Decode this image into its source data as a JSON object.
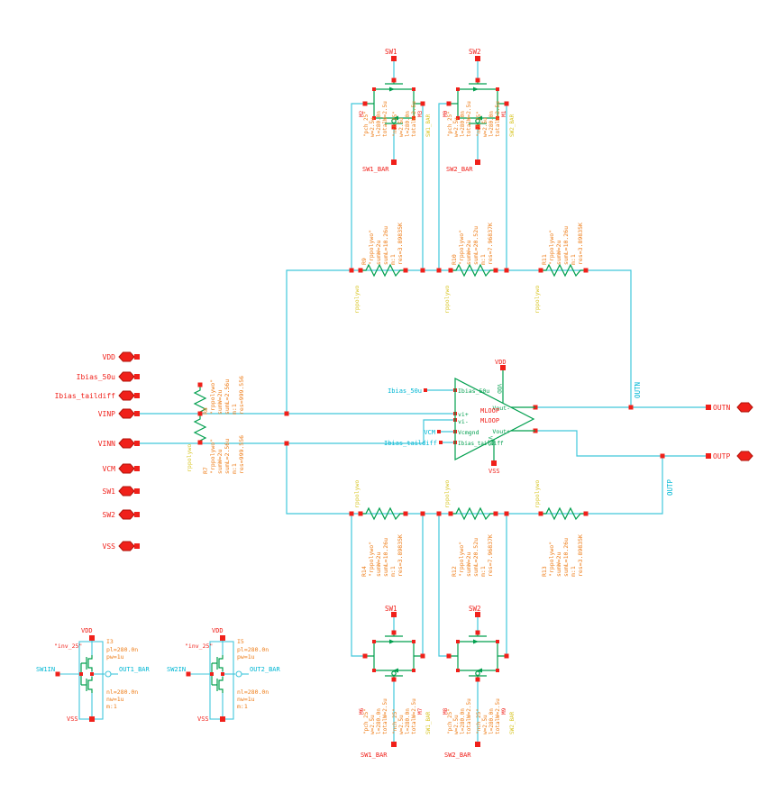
{
  "colors": {
    "wire": "#41c7db",
    "component": "#009f4e",
    "pin": "#f0201a",
    "property": "#ee7d18",
    "netlabel": "#00b7d4",
    "model": "#d9c72b",
    "background": "#ffffff"
  },
  "pins_left": [
    {
      "label": "VDD"
    },
    {
      "label": "Ibias_50u"
    },
    {
      "label": "Ibias_taildiff"
    },
    {
      "label": "VINP"
    },
    {
      "label": "VINN"
    },
    {
      "label": "VCM"
    },
    {
      "label": "SW1"
    },
    {
      "label": "SW2"
    },
    {
      "label": "VSS"
    }
  ],
  "pins_right": [
    {
      "label": "OUTN"
    },
    {
      "label": "OUTP"
    }
  ],
  "nets": {
    "outn": "OUTN",
    "outp": "OUTP",
    "ibias50": "Ibias_50u",
    "vcm": "VCM",
    "ibiastail": "Ibias_taildiff"
  },
  "opamp": {
    "name1": "MLOOP",
    "name2": "MLOOP",
    "vdd": "VDD",
    "vss": "VSS",
    "vdd_rot": "VDD",
    "vss_rot": "VSS",
    "pins": {
      "in0": "Ibias_50u",
      "in1": "vi+",
      "in2": "vi-",
      "in3": "Vcmgnd",
      "in4": "Ibias_taildiff",
      "out0": "Vout-",
      "out1": "Vout+"
    }
  },
  "resistors": {
    "R8": {
      "lines": [
        "R8",
        "\"rppolywo\"",
        "sumW=2u",
        "sumL=2.56u",
        "m:1",
        "res=999.556"
      ],
      "model": "rppolywo"
    },
    "R7": {
      "lines": [
        "R7",
        "\"rppolywo\"",
        "sumW=2u",
        "sumL=2.56u",
        "m:1",
        "res=999.556"
      ],
      "model": "rppolywo"
    },
    "R9": {
      "lines": [
        "R9",
        "\"rppolywo\"",
        "sumW=2u",
        "sumL=10.26u",
        "m:1",
        "res=3.89835K"
      ],
      "model": "rppolywo"
    },
    "R10": {
      "lines": [
        "R10",
        "\"rppolywo\"",
        "sumW=2u",
        "sumL=20.52u",
        "m:1",
        "res=7.96837K"
      ],
      "model": "rppolywo"
    },
    "R11": {
      "lines": [
        "R11",
        "\"rppolywo\"",
        "sumW=2u",
        "sumL=10.26u",
        "m:1",
        "res=3.89835K"
      ],
      "model": "rppolywo"
    },
    "R14": {
      "lines": [
        "R14",
        "\"rppolywo\"",
        "sumW=2u",
        "sumL=10.26u",
        "m:1",
        "res=3.89835K"
      ],
      "model": "rppolywo"
    },
    "R12": {
      "lines": [
        "R12",
        "\"rppolywo\"",
        "sumW=2u",
        "sumL=20.52u",
        "m:1",
        "res=7.96837K"
      ],
      "model": "rppolywo"
    },
    "R13": {
      "lines": [
        "R13",
        "\"rppolywo\"",
        "sumW=2u",
        "sumL=10.26u",
        "m:1",
        "res=3.89835K"
      ],
      "model": "rppolywo"
    }
  },
  "switches": {
    "sw1_top": {
      "gate": "SW1",
      "bar": "SW1_BAR",
      "ml": "M2",
      "mr": "M3",
      "net": "SW1_BAR",
      "pmos": [
        "\"pch_25\"",
        "w=2.5u",
        "l=280.0n",
        "totalW=2.5u"
      ],
      "nmos": [
        "\"nch_25\"",
        "w=2.5u",
        "l=280.0n",
        "totalW=2.5u"
      ]
    },
    "sw2_top": {
      "gate": "SW2",
      "bar": "SW2_BAR",
      "ml": "M0",
      "mr": "M1",
      "net": "SW2_BAR",
      "pmos": [
        "\"pch_25\"",
        "w=2.5u",
        "l=280.0n",
        "totalW=2.5u"
      ],
      "nmos": [
        "\"nch_25\"",
        "w=2.5u",
        "l=280.0n",
        "totalW=2.5u"
      ]
    },
    "sw1_bot": {
      "gate": "SW1",
      "bar": "SW1_BAR",
      "ml": "M6",
      "mr": "M7",
      "net": "SW1_BAR",
      "pmos": [
        "\"pch_25\"",
        "w=2.5u",
        "l=280.0n",
        "totalW=2.5u"
      ],
      "nmos": [
        "\"nch_25\"",
        "w=2.5u",
        "l=280.0n",
        "totalW=2.5u"
      ]
    },
    "sw2_bot": {
      "gate": "SW2",
      "bar": "SW2_BAR",
      "ml": "M8",
      "mr": "M9",
      "net": "SW2_BAR",
      "pmos": [
        "\"pch_25\"",
        "w=2.5u",
        "l=280.0n",
        "totalW=2.5u"
      ],
      "nmos": [
        "\"nch_25\"",
        "w=2.5u",
        "l=280.0n",
        "totalW=2.5u"
      ]
    }
  },
  "inverters": {
    "inv1": {
      "cell": "\"inv_25\"",
      "inst": "I3",
      "vdd": "VDD",
      "vss": "VSS",
      "input": "SW1IN",
      "output": "OUT1_BAR",
      "props_top": [
        "pl=280.0n",
        "pw=1u"
      ],
      "props_bot": [
        "nl=280.0n",
        "nw=1u",
        "m:1"
      ]
    },
    "inv2": {
      "cell": "\"inv_25\"",
      "inst": "I5",
      "vdd": "VDD",
      "vss": "VSS",
      "input": "SW2IN",
      "output": "OUT2_BAR",
      "props_top": [
        "pl=280.0n",
        "pw=1u"
      ],
      "props_bot": [
        "nl=280.0n",
        "nw=1u",
        "m:1"
      ]
    }
  }
}
